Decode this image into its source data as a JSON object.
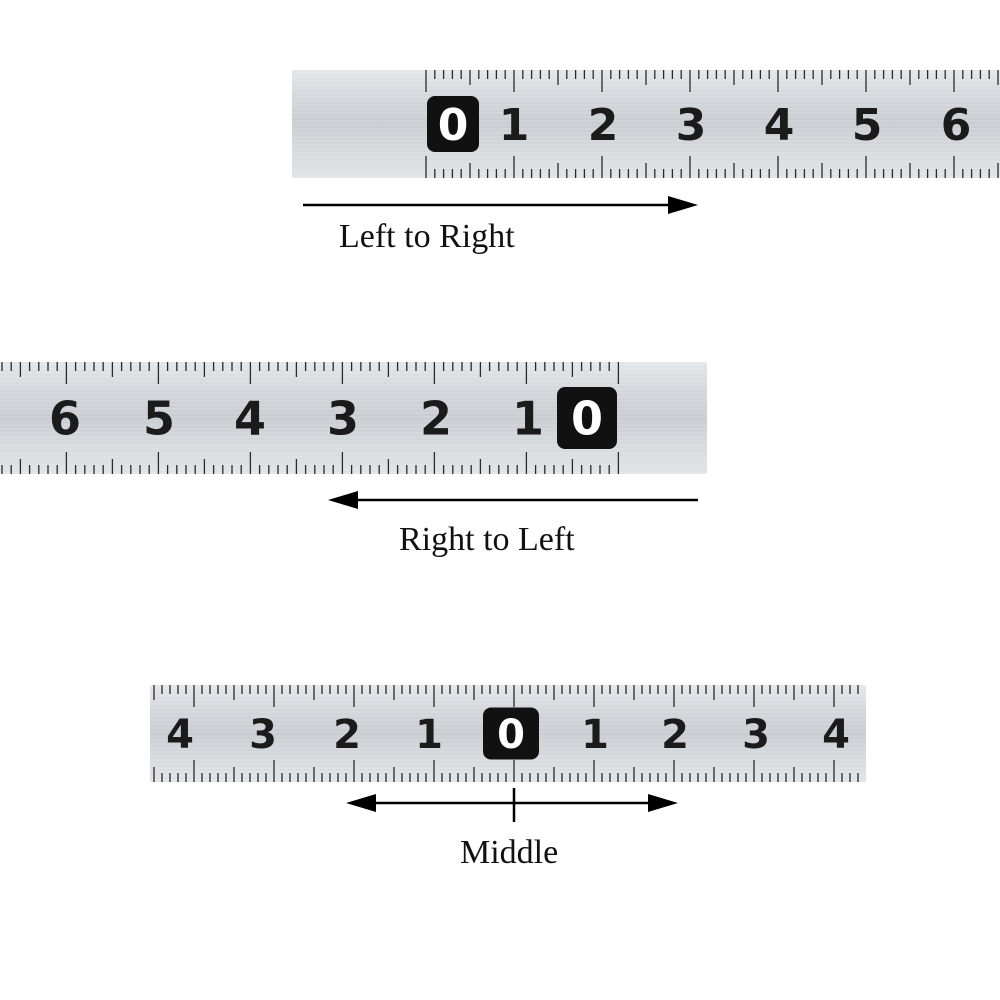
{
  "rulers": [
    {
      "id": "ltr",
      "numbers": [
        "0",
        "1",
        "2",
        "3",
        "4",
        "5",
        "6"
      ],
      "zero_position": "left"
    },
    {
      "id": "rtl",
      "numbers": [
        "6",
        "5",
        "4",
        "3",
        "2",
        "1",
        "0"
      ],
      "zero_position": "right"
    },
    {
      "id": "middle",
      "numbers": [
        "4",
        "3",
        "2",
        "1",
        "0",
        "1",
        "2",
        "3",
        "4"
      ],
      "zero_position": "center"
    }
  ],
  "captions": {
    "ltr": "Left to Right",
    "rtl": "Right to Left",
    "middle": "Middle"
  },
  "colors": {
    "ruler_face": "#d3d7db",
    "tick": "#2a2a2a",
    "digit": "#1b1b1b",
    "zero_badge": "#111111",
    "zero_digit": "#ffffff",
    "arrow": "#000000"
  },
  "icons": {
    "ltr_arrow": "arrow-right-icon",
    "rtl_arrow": "arrow-left-icon",
    "middle_arrow": "double-arrow-icon"
  }
}
